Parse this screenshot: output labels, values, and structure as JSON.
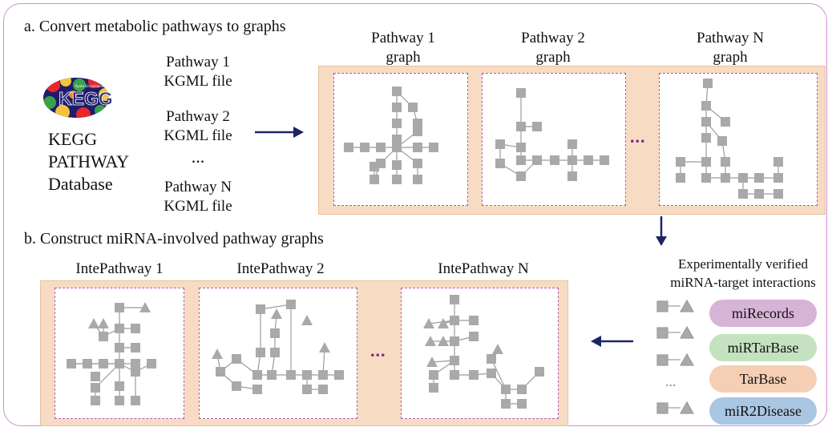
{
  "section_a": {
    "title": "a. Convert metabolic pathways to graphs",
    "kegg_logo_text": "KEGG",
    "kegg_logo_subtext": "Kyoto Encyclopedia of Genes and Genomes",
    "kegg_db_line1": "KEGG",
    "kegg_db_line2": "PATHWAY",
    "kegg_db_line3": "Database",
    "files": [
      {
        "line1": "Pathway 1",
        "line2": "KGML file"
      },
      {
        "line1": "Pathway 2",
        "line2": "KGML file"
      },
      {
        "line1": "Pathway N",
        "line2": "KGML file"
      }
    ],
    "files_ellipsis": "...",
    "graphs": [
      {
        "line1": "Pathway 1",
        "line2": "graph"
      },
      {
        "line1": "Pathway 2",
        "line2": "graph"
      },
      {
        "line1": "Pathway N",
        "line2": "graph"
      }
    ],
    "graphs_ellipsis": "..."
  },
  "section_b": {
    "title": "b. Construct miRNA-involved pathway graphs",
    "inte_graphs": [
      "IntePathway 1",
      "IntePathway 2",
      "IntePathway N"
    ],
    "inte_ellipsis": "...",
    "exp_line1": "Experimentally verified",
    "exp_line2": "miRNA-target interactions",
    "pair_ellipsis": "...",
    "databases": [
      {
        "name": "miRecords",
        "color": "#d7b3d6"
      },
      {
        "name": "miRTarBase",
        "color": "#c4e2bf"
      },
      {
        "name": "TarBase",
        "color": "#f5cfb3"
      },
      {
        "name": "miR2Disease",
        "color": "#a9c6e2"
      }
    ]
  },
  "colors": {
    "arrow": "#1c2466",
    "node": "#a9a9a9",
    "edge": "#9c9c9c",
    "band": "#f7dcc3",
    "box_border": "#b05aa8"
  }
}
